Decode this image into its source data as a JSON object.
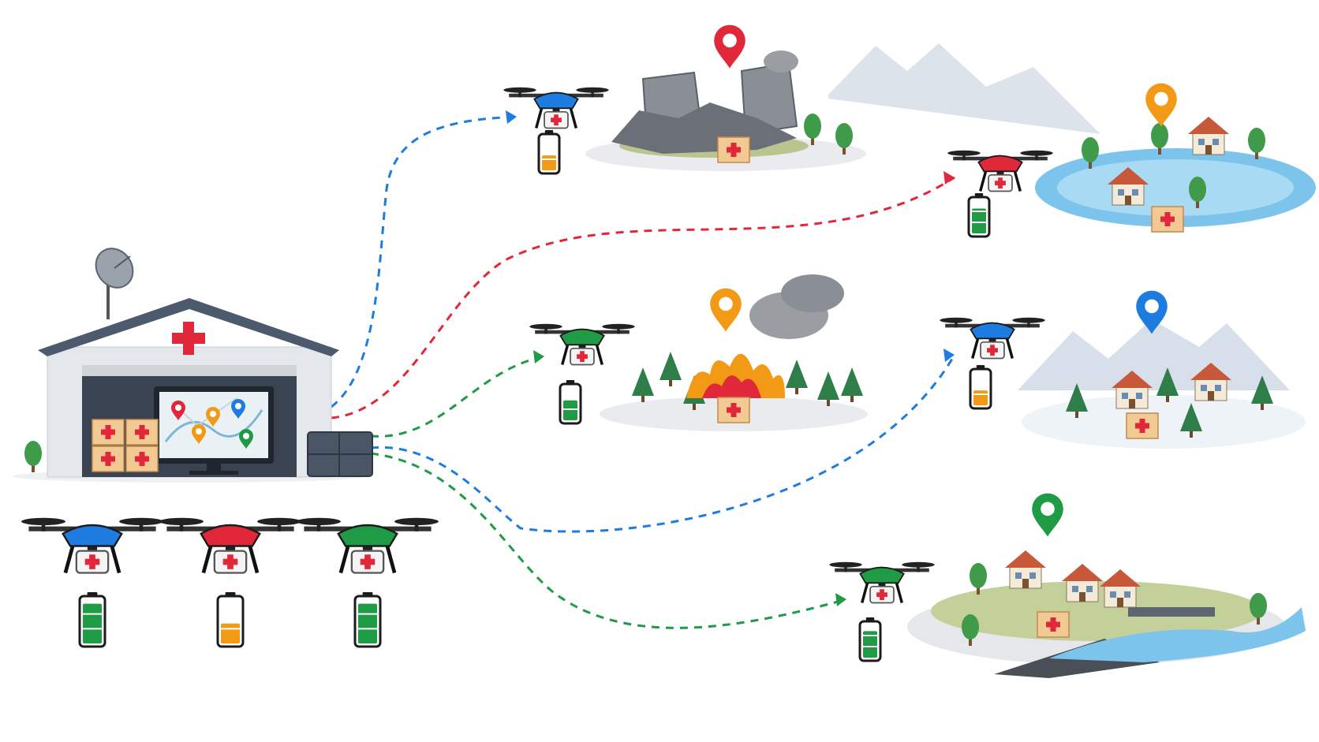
{
  "colors": {
    "blue": "#1e7be0",
    "red": "#e0283a",
    "green": "#1f9a45",
    "orange": "#f29a16",
    "gray_building": "#8a8f96",
    "water": "#7cc4ec",
    "snow": "#eef3f8",
    "background": "#ffffff"
  },
  "hub": {
    "icons": [
      "warehouse-icon",
      "satellite-dish-icon",
      "red-cross-icon",
      "map-monitor-icon",
      "supply-crates-icon",
      "battery-pack-icon"
    ],
    "map_pins": [
      "red",
      "orange",
      "blue",
      "orange",
      "green"
    ]
  },
  "fleet": [
    {
      "color": "blue",
      "battery_level": 0.9,
      "battery_color": "green"
    },
    {
      "color": "red",
      "battery_level": 0.45,
      "battery_color": "orange"
    },
    {
      "color": "green",
      "battery_level": 0.9,
      "battery_color": "green"
    }
  ],
  "missions": [
    {
      "scene": "earthquake-rubble",
      "drone_color": "blue",
      "route_color": "blue",
      "pin_color": "red",
      "battery_level": 0.45,
      "battery_color": "orange"
    },
    {
      "scene": "flooded-houses",
      "drone_color": "red",
      "route_color": "red",
      "pin_color": "orange",
      "battery_level": 0.75,
      "battery_color": "green"
    },
    {
      "scene": "forest-fire",
      "drone_color": "green",
      "route_color": "green",
      "pin_color": "orange",
      "battery_level": 0.6,
      "battery_color": "green"
    },
    {
      "scene": "snowy-village",
      "drone_color": "blue",
      "route_color": "blue",
      "pin_color": "blue",
      "battery_level": 0.45,
      "battery_color": "orange"
    },
    {
      "scene": "damaged-village-broken-road",
      "drone_color": "green",
      "route_color": "green",
      "pin_color": "green",
      "battery_level": 0.8,
      "battery_color": "green"
    }
  ]
}
